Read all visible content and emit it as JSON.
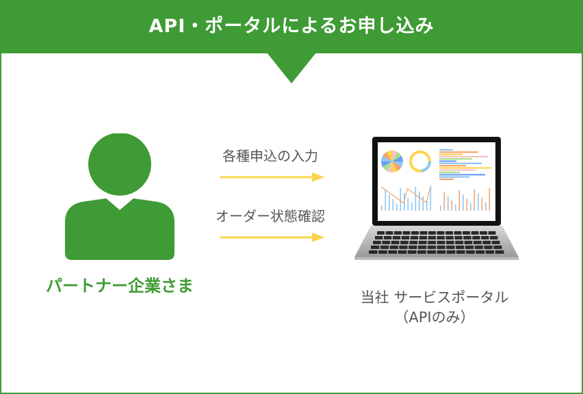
{
  "title": "API・ポータルによるお申し込み",
  "partner": {
    "label": "パートナー企業さま"
  },
  "flows": [
    {
      "label": "各種申込の入力"
    },
    {
      "label": "オーダー状態確認"
    }
  ],
  "portal": {
    "line1": "当社 サービスポータル",
    "line2": "（APIのみ）"
  },
  "colors": {
    "brand": "#3f9b35",
    "arrow": "#f9d54a",
    "text": "#555555"
  }
}
